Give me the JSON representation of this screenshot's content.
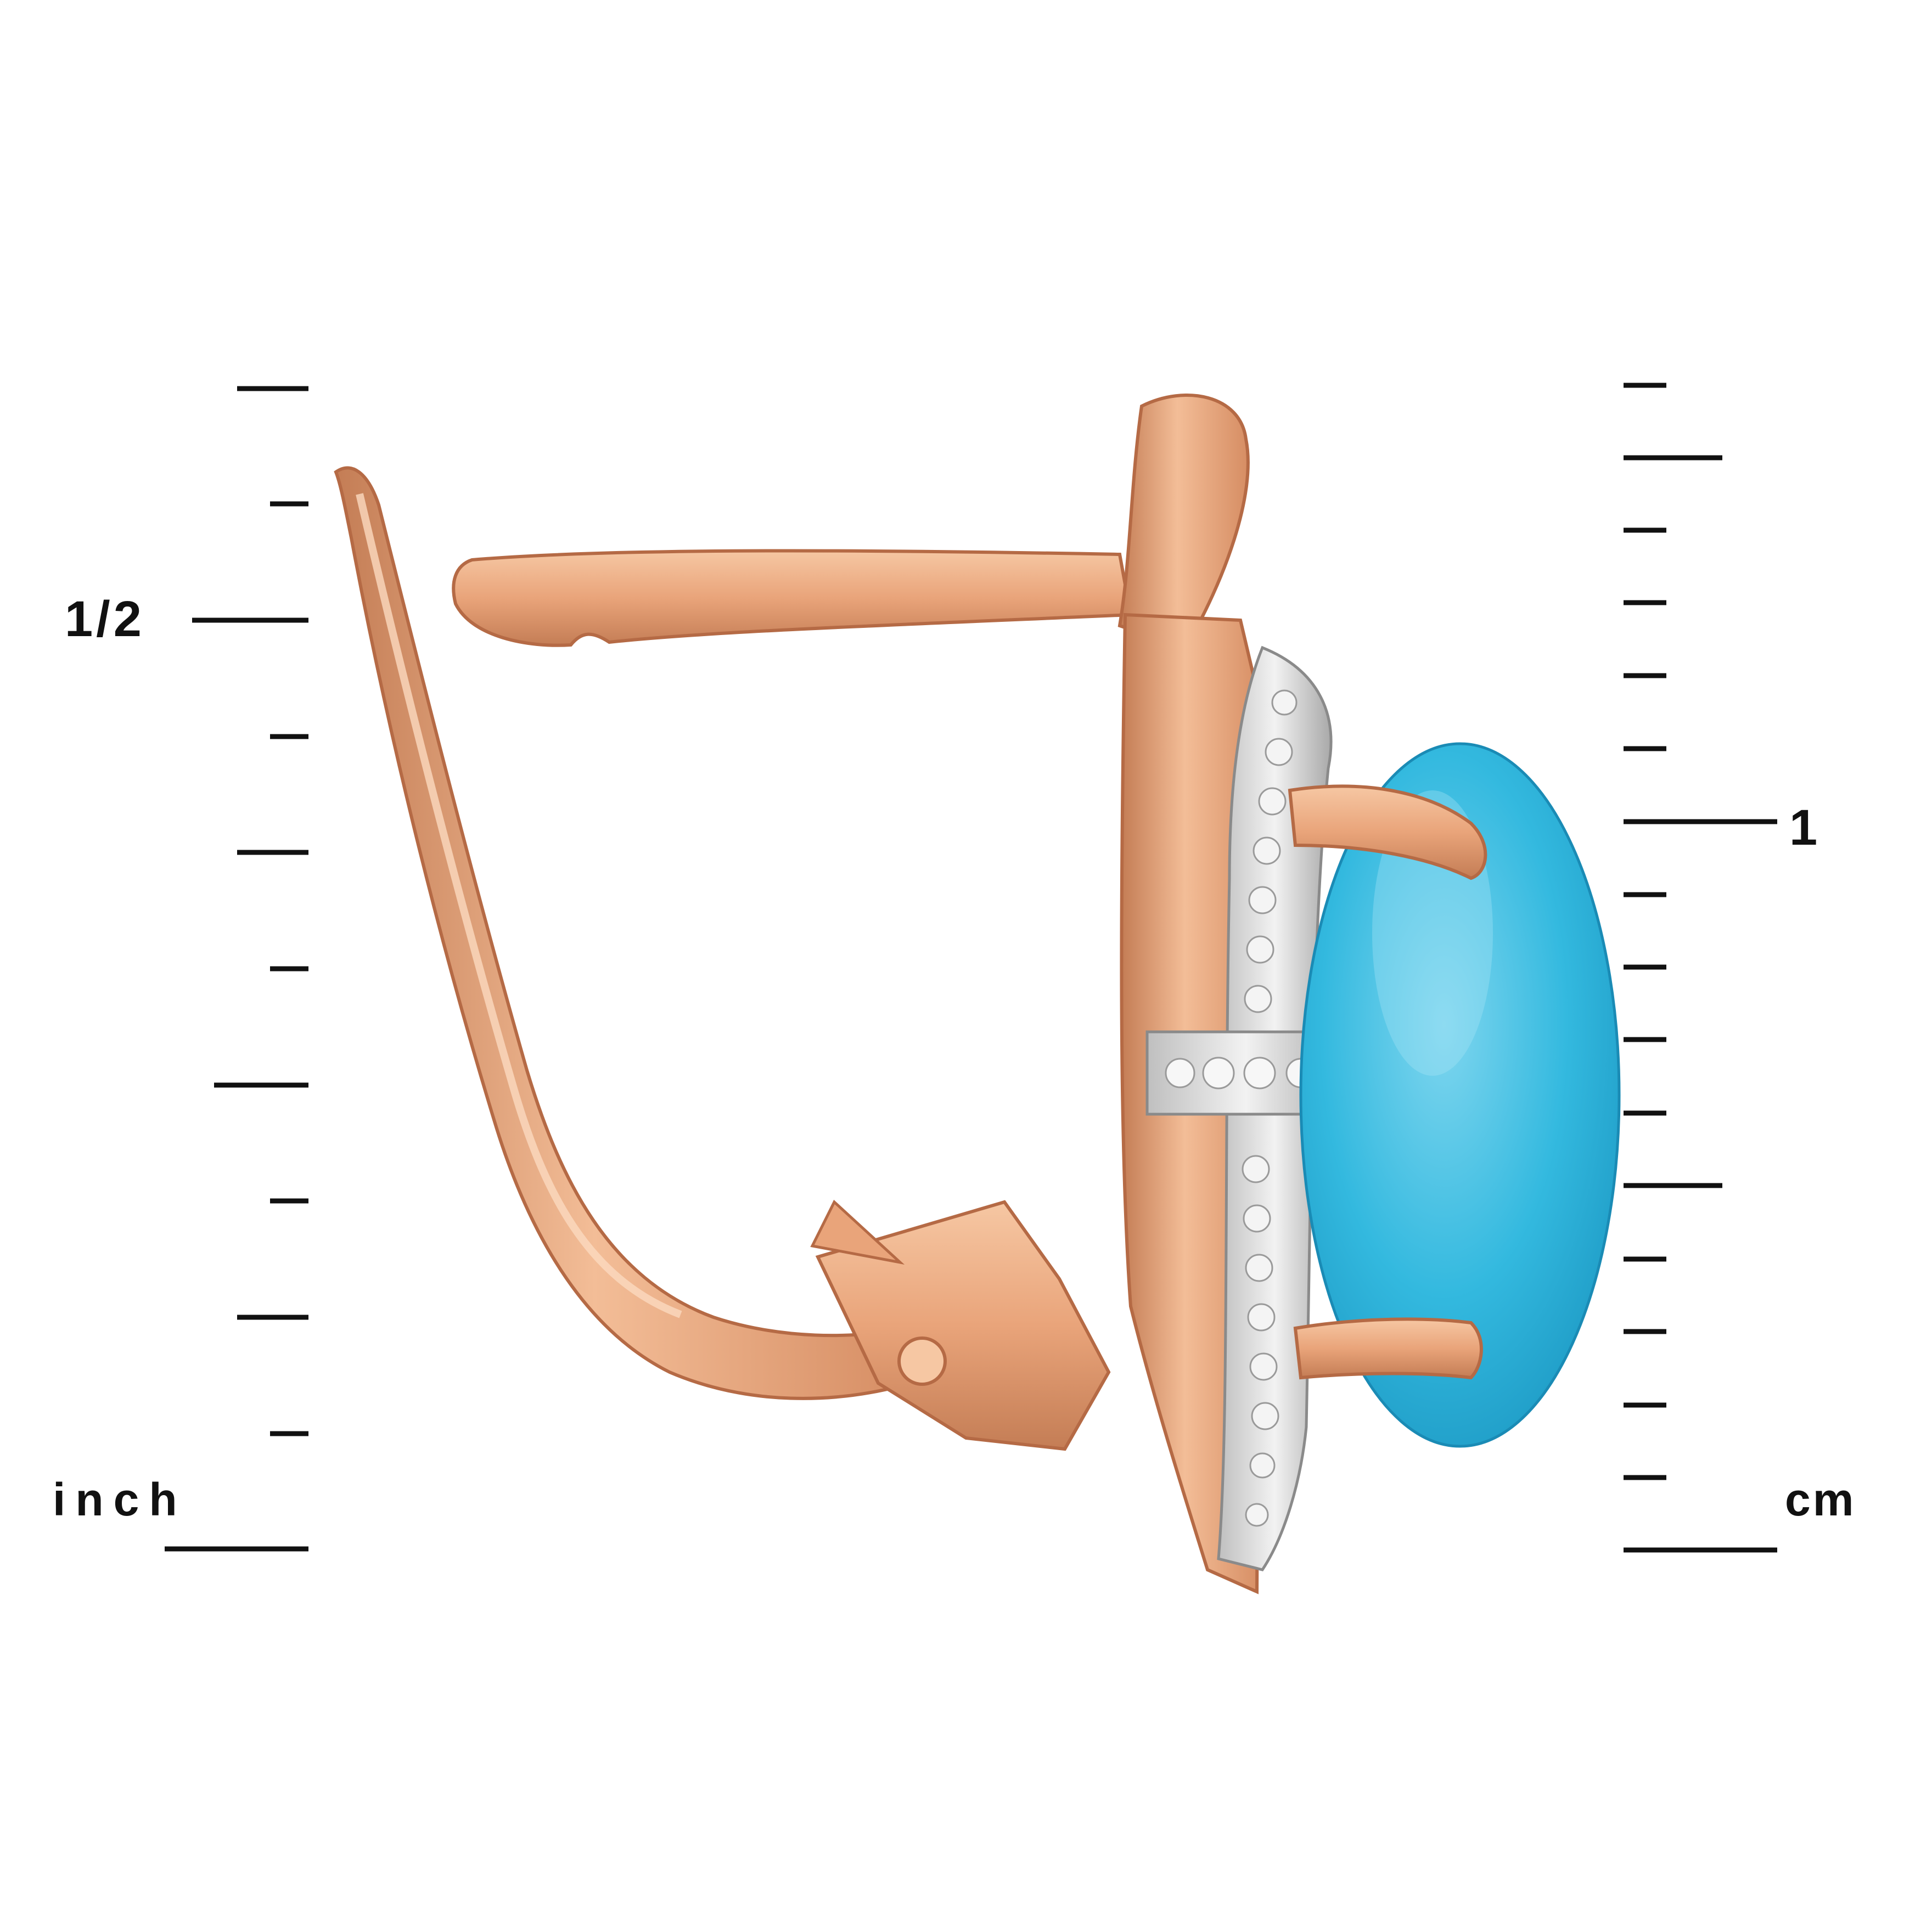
{
  "scale": {
    "inch_unit": "inch",
    "inch_major_label": "1/2",
    "cm_unit": "cm",
    "cm_major_label": "1"
  },
  "colors": {
    "background": "#ffffff",
    "gold": "#e9a47a",
    "gold_light": "#f6c7a3",
    "gold_dark": "#b56a45",
    "turquoise": "#33b9df",
    "turquoise_light": "#7fd6ef",
    "diamond_metal": "#dcdcdc",
    "ruler": "#111111"
  },
  "icons": {
    "earring": "earring-image"
  }
}
